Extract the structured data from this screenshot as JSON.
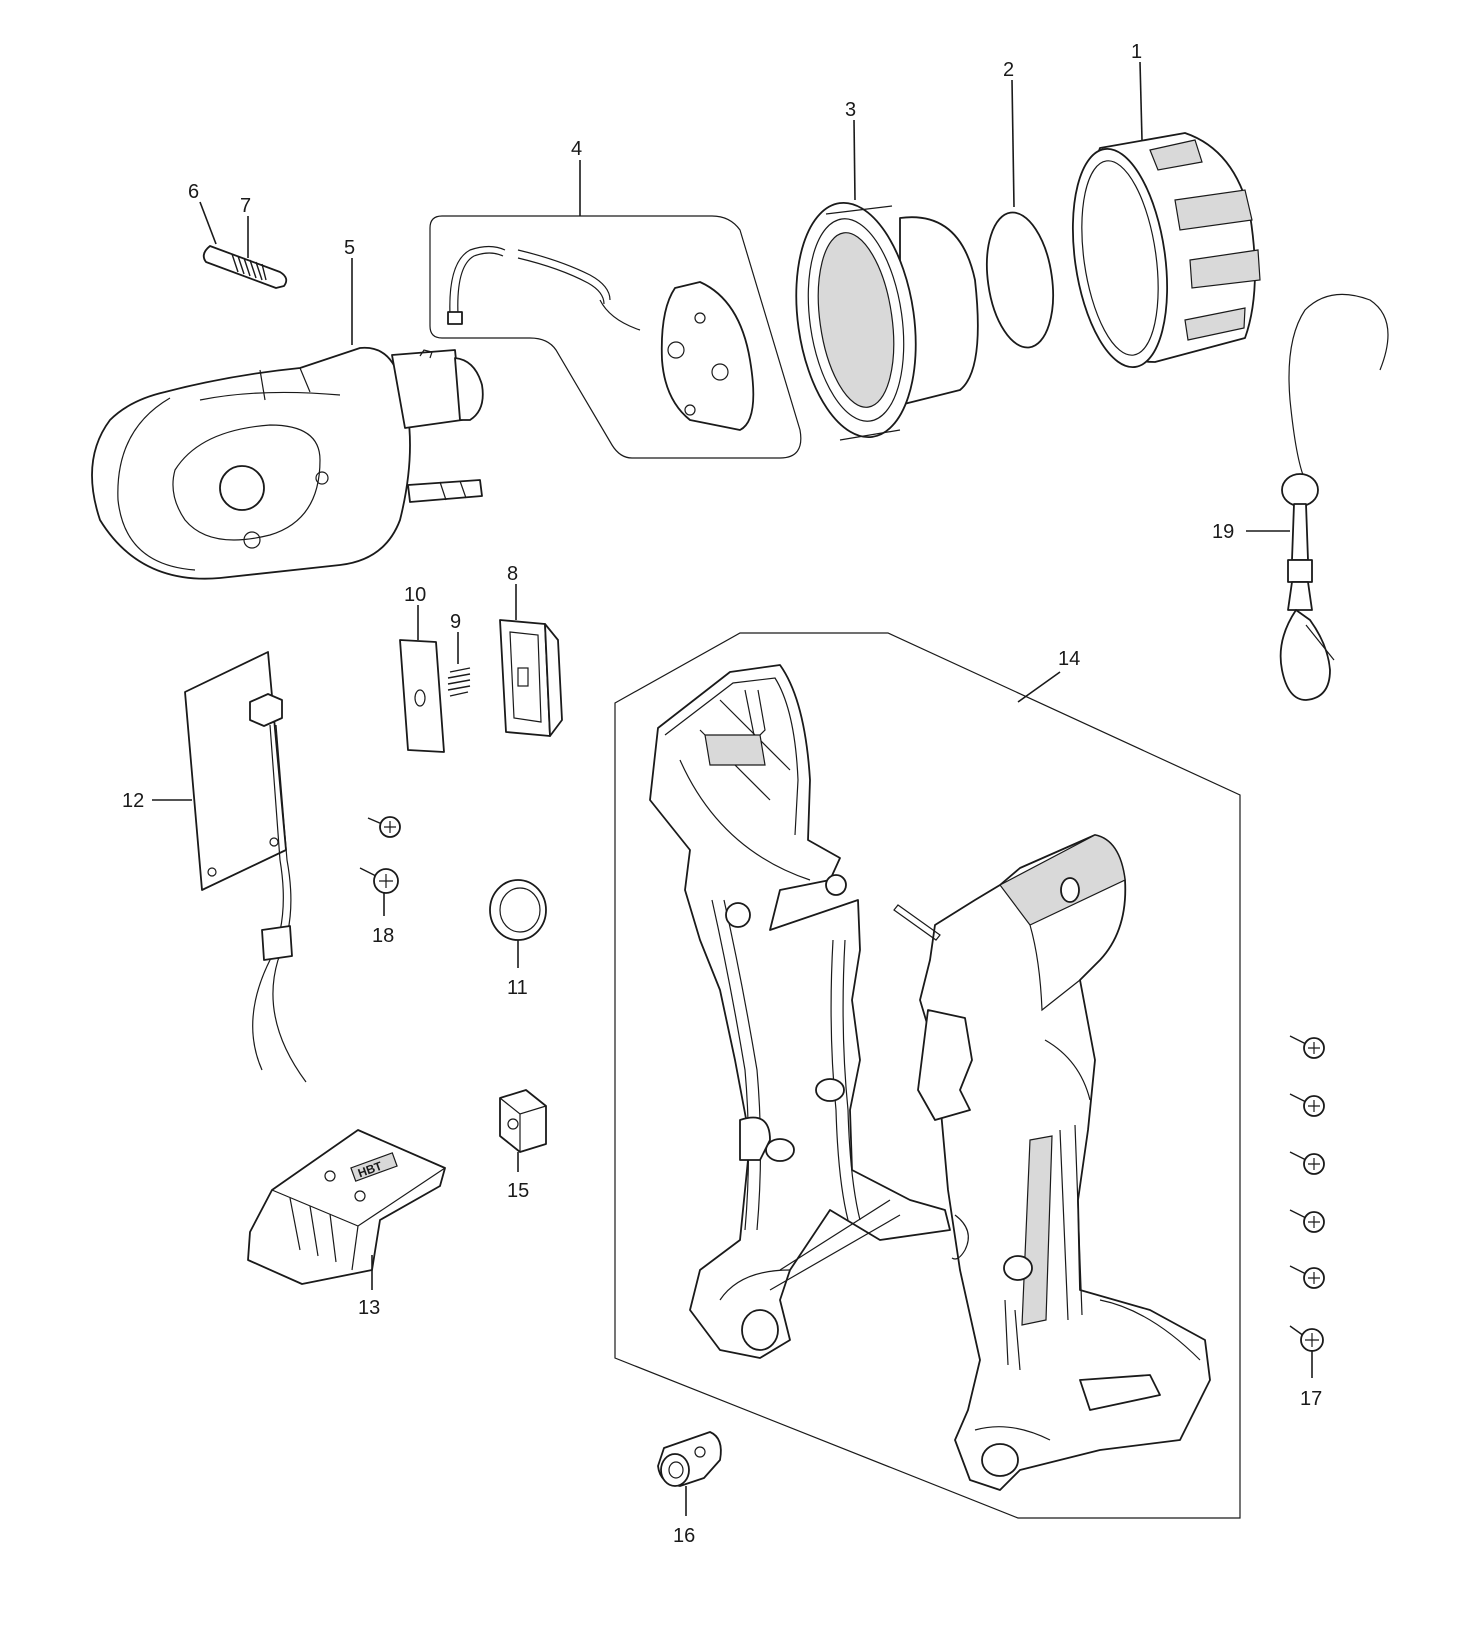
{
  "diagram": {
    "labels": {
      "l1": "1",
      "l2": "2",
      "l3": "3",
      "l4": "4",
      "l5": "5",
      "l6": "6",
      "l7": "7",
      "l8": "8",
      "l9": "9",
      "l10": "10",
      "l11": "11",
      "l12": "12",
      "l13": "13",
      "l14": "14",
      "l15": "15",
      "l16": "16",
      "l17": "17",
      "l18": "18",
      "l19": "19"
    },
    "pcb_marking": "HBT"
  }
}
